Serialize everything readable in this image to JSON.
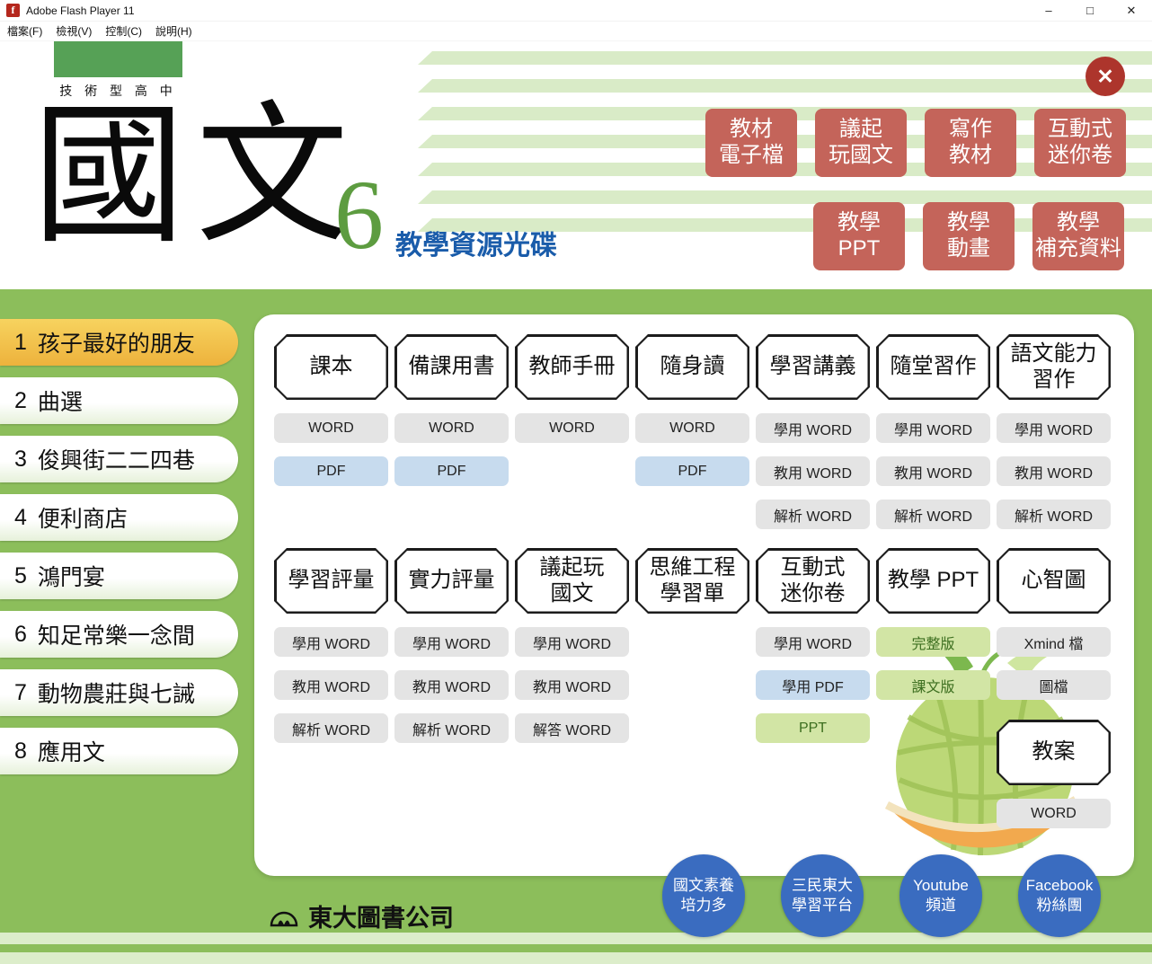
{
  "window": {
    "title": "Adobe Flash Player 11",
    "controls": {
      "minimize": "–",
      "maximize": "□",
      "close": "✕"
    },
    "menu": [
      {
        "label": "檔案(F)"
      },
      {
        "label": "檢視(V)"
      },
      {
        "label": "控制(C)"
      },
      {
        "label": "說明(H)"
      }
    ]
  },
  "header": {
    "school_type": "技 術 型 高 中",
    "title": "國文",
    "volume": "6",
    "subtitle": "教學資源光碟",
    "close_label": "✕",
    "quick_buttons_row1": [
      {
        "lines": [
          "教材",
          "電子檔"
        ]
      },
      {
        "lines": [
          "議起",
          "玩國文"
        ]
      },
      {
        "lines": [
          "寫作",
          "教材"
        ]
      },
      {
        "lines": [
          "互動式",
          "迷你卷"
        ]
      }
    ],
    "quick_buttons_row2": [
      {
        "lines": [
          "教學",
          "PPT"
        ]
      },
      {
        "lines": [
          "教學",
          "動畫"
        ]
      },
      {
        "lines": [
          "教學",
          "補充資料"
        ]
      }
    ]
  },
  "sidebar": {
    "items": [
      {
        "num": "1",
        "label": "孩子最好的朋友",
        "active": true
      },
      {
        "num": "2",
        "label": "曲選",
        "active": false
      },
      {
        "num": "3",
        "label": "俊興街二二四巷",
        "active": false
      },
      {
        "num": "4",
        "label": "便利商店",
        "active": false
      },
      {
        "num": "5",
        "label": "鴻門宴",
        "active": false
      },
      {
        "num": "6",
        "label": "知足常樂一念間",
        "active": false
      },
      {
        "num": "7",
        "label": "動物農莊與七誡",
        "active": false
      },
      {
        "num": "8",
        "label": "應用文",
        "active": false
      }
    ]
  },
  "panel": {
    "row1": [
      {
        "title_lines": [
          "課本"
        ],
        "subs": [
          {
            "label": "WORD",
            "type": "word"
          },
          {
            "label": "PDF",
            "type": "pdf"
          }
        ]
      },
      {
        "title_lines": [
          "備課用書"
        ],
        "subs": [
          {
            "label": "WORD",
            "type": "word"
          },
          {
            "label": "PDF",
            "type": "pdf"
          }
        ]
      },
      {
        "title_lines": [
          "教師手冊"
        ],
        "subs": [
          {
            "label": "WORD",
            "type": "word"
          }
        ]
      },
      {
        "title_lines": [
          "隨身讀"
        ],
        "subs": [
          {
            "label": "WORD",
            "type": "word"
          },
          {
            "label": "PDF",
            "type": "pdf"
          }
        ]
      },
      {
        "title_lines": [
          "學習講義"
        ],
        "subs": [
          {
            "label": "學用 WORD",
            "type": "word"
          },
          {
            "label": "教用 WORD",
            "type": "word"
          },
          {
            "label": "解析 WORD",
            "type": "word"
          }
        ]
      },
      {
        "title_lines": [
          "隨堂習作"
        ],
        "subs": [
          {
            "label": "學用 WORD",
            "type": "word"
          },
          {
            "label": "教用 WORD",
            "type": "word"
          },
          {
            "label": "解析 WORD",
            "type": "word"
          }
        ]
      },
      {
        "title_lines": [
          "語文能力",
          "習作"
        ],
        "subs": [
          {
            "label": "學用 WORD",
            "type": "word"
          },
          {
            "label": "教用 WORD",
            "type": "word"
          },
          {
            "label": "解析 WORD",
            "type": "word"
          }
        ]
      }
    ],
    "row2": [
      {
        "title_lines": [
          "學習評量"
        ],
        "subs": [
          {
            "label": "學用 WORD",
            "type": "word"
          },
          {
            "label": "教用 WORD",
            "type": "word"
          },
          {
            "label": "解析 WORD",
            "type": "word"
          }
        ]
      },
      {
        "title_lines": [
          "實力評量"
        ],
        "subs": [
          {
            "label": "學用 WORD",
            "type": "word"
          },
          {
            "label": "教用 WORD",
            "type": "word"
          },
          {
            "label": "解析 WORD",
            "type": "word"
          }
        ]
      },
      {
        "title_lines": [
          "議起玩",
          "國文"
        ],
        "subs": [
          {
            "label": "學用 WORD",
            "type": "word"
          },
          {
            "label": "教用 WORD",
            "type": "word"
          },
          {
            "label": "解答 WORD",
            "type": "word"
          }
        ]
      },
      {
        "title_lines": [
          "思維工程",
          "學習單"
        ],
        "subs": []
      },
      {
        "title_lines": [
          "互動式",
          "迷你卷"
        ],
        "subs": [
          {
            "label": "學用 WORD",
            "type": "word"
          },
          {
            "label": "學用 PDF",
            "type": "pdf"
          },
          {
            "label": "PPT",
            "type": "green"
          }
        ]
      },
      {
        "title_lines": [
          "教學 PPT"
        ],
        "subs": [
          {
            "label": "完整版",
            "type": "green"
          },
          {
            "label": "課文版",
            "type": "green"
          }
        ]
      },
      {
        "title_lines": [
          "心智圖"
        ],
        "subs": [
          {
            "label": "Xmind 檔",
            "type": "word"
          },
          {
            "label": "圖檔",
            "type": "word"
          }
        ]
      }
    ],
    "extra": {
      "title_lines": [
        "教案"
      ],
      "subs": [
        {
          "label": "WORD",
          "type": "word"
        }
      ]
    }
  },
  "footer": {
    "publisher": "東大圖書公司",
    "links": [
      {
        "lines": [
          "國文素養",
          "培力多"
        ]
      },
      {
        "lines": [
          "三民東大",
          "學習平台"
        ]
      },
      {
        "lines": [
          "Youtube",
          "頻道"
        ]
      },
      {
        "lines": [
          "Facebook",
          "粉絲團"
        ]
      }
    ]
  },
  "colors": {
    "accent_red": "#c4645a",
    "main_green": "#8cbe5b",
    "active_yellow": "#edb23c",
    "link_blue": "#3a6cc0",
    "subtitle_blue": "#1a5caa"
  }
}
